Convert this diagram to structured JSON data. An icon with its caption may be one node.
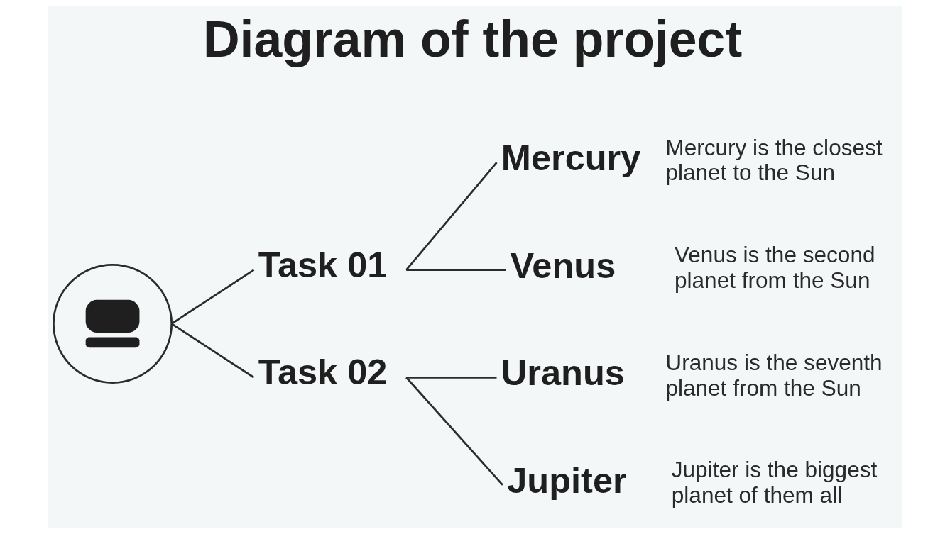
{
  "diagram": {
    "title": "Diagram of the project",
    "nodes": [
      {
        "text": [],
        "shape": "circle"
      },
      {
        "text": [
          "Task 01"
        ]
      },
      {
        "text": [
          "Task 02"
        ]
      },
      {
        "text": [
          "Mercury"
        ],
        "beside": [
          "Mercury is the closest planet to the Sun"
        ]
      },
      {
        "text": [
          "Venus"
        ],
        "beside": [
          "Venus is the second planet from the Sun"
        ]
      },
      {
        "text": [
          "Uranus"
        ],
        "beside": [
          "Uranus is the seventh planet from the Sun"
        ]
      },
      {
        "text": [
          "Jupiter"
        ],
        "beside": [
          "Jupiter is the biggest planet of them all"
        ]
      }
    ],
    "edges": [
      {
        "from": 0,
        "to": 1,
        "arrow": "none"
      },
      {
        "from": 0,
        "to": 2,
        "arrow": "none"
      },
      {
        "from": 1,
        "to": 3,
        "arrow": "none"
      },
      {
        "from": 1,
        "to": 4,
        "arrow": "none"
      },
      {
        "from": 2,
        "to": 5,
        "arrow": "none"
      },
      {
        "from": 2,
        "to": 6,
        "arrow": "none"
      }
    ]
  }
}
